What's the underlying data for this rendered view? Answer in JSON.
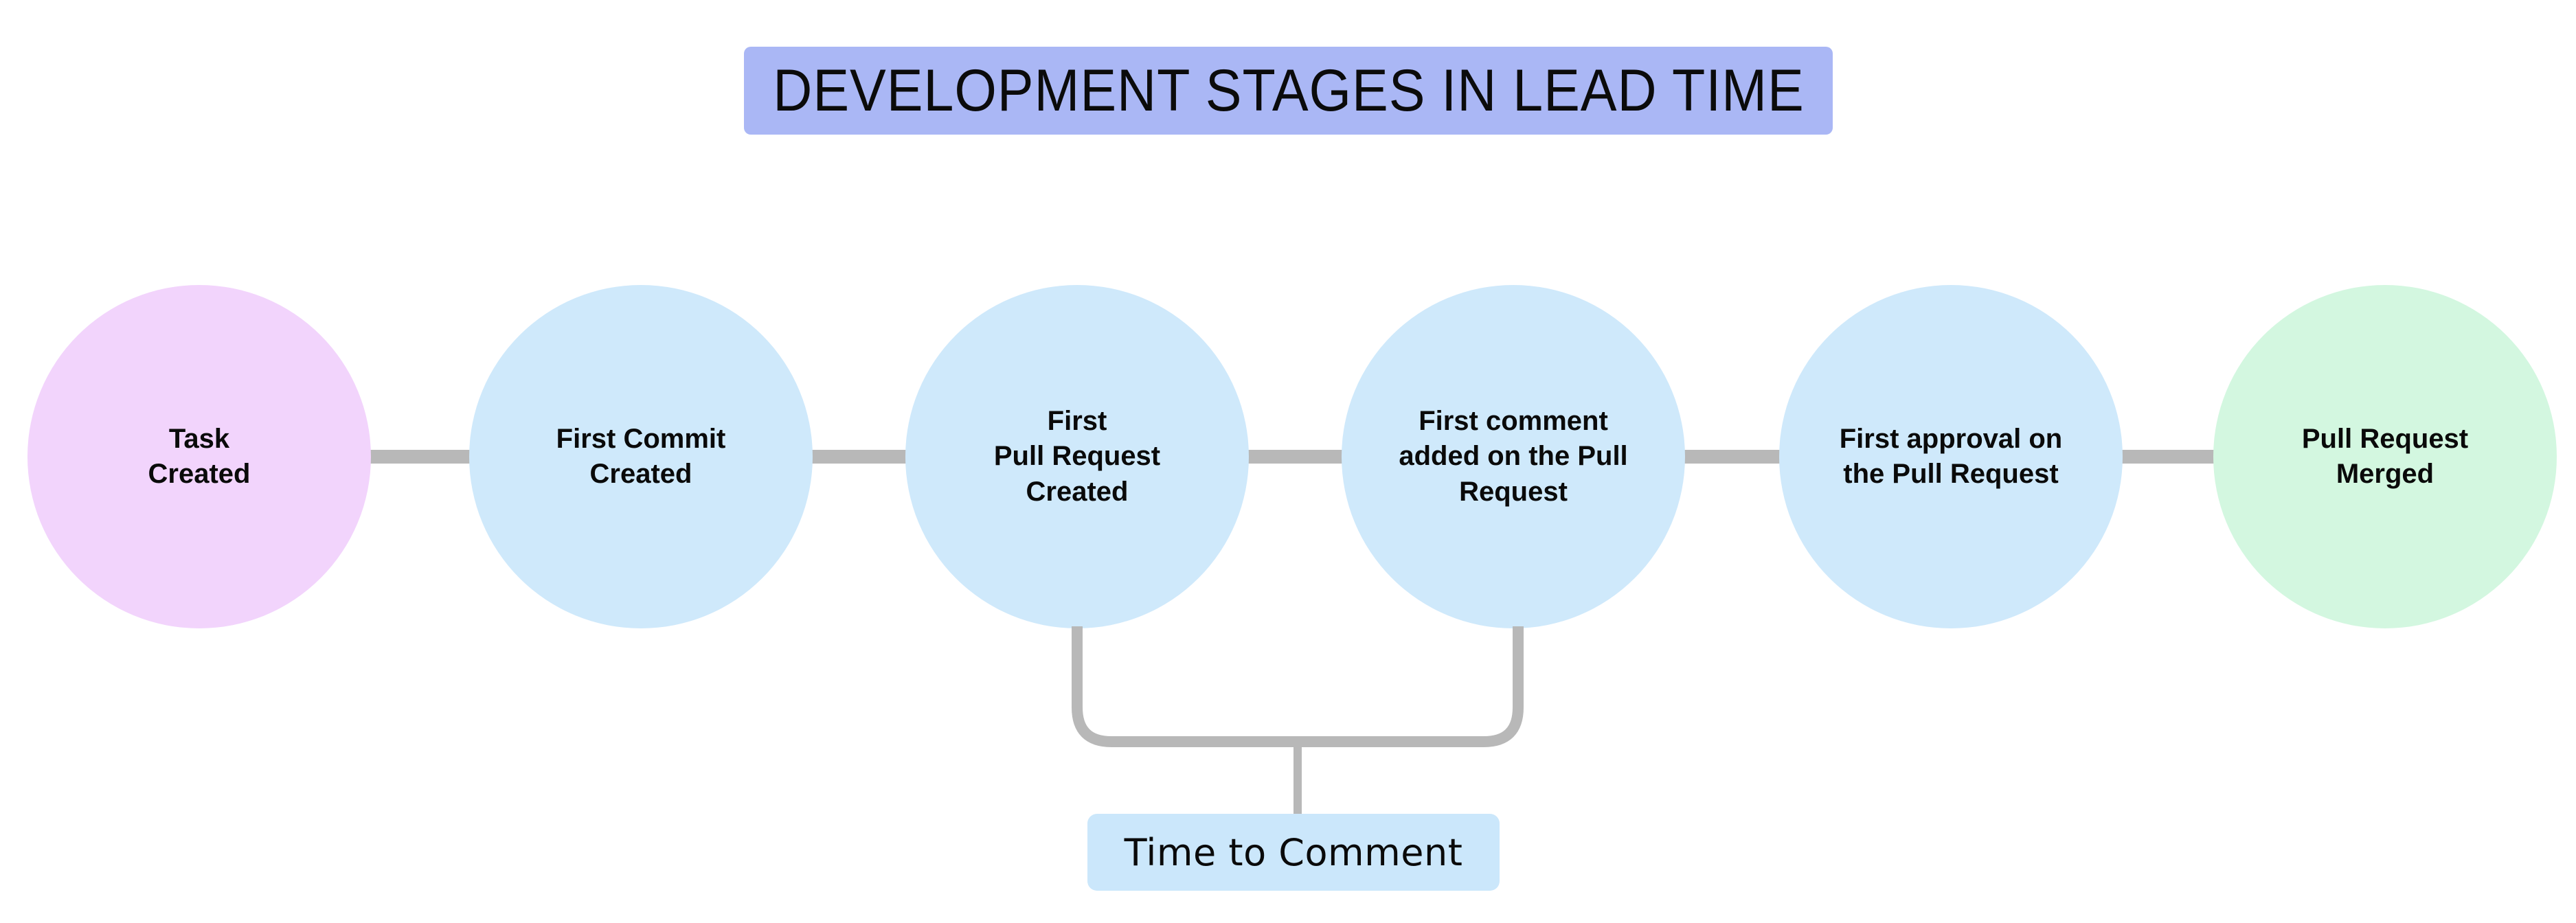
{
  "diagram": {
    "title": "DEVELOPMENT STAGES IN LEAD TIME",
    "title_bg_color": "#aab7f5",
    "background_color": "#ffffff",
    "connector_color": "#b8b8b8",
    "nodes": [
      {
        "id": "task-created",
        "label": "Task\nCreated",
        "color": "#f2d4fc"
      },
      {
        "id": "first-commit",
        "label": "First Commit\nCreated",
        "color": "#cfe9fb"
      },
      {
        "id": "first-pull-request",
        "label": "First\nPull Request\nCreated",
        "color": "#cfe9fb"
      },
      {
        "id": "first-comment",
        "label": "First comment\nadded on the Pull\nRequest",
        "color": "#cfe9fb"
      },
      {
        "id": "first-approval",
        "label": "First approval on\nthe Pull Request",
        "color": "#cfe9fb"
      },
      {
        "id": "pull-request-merged",
        "label": "Pull Request\nMerged",
        "color": "#d3f7e0"
      }
    ],
    "measure": {
      "label": "Time to Comment",
      "bg_color": "#cbe7fb",
      "from_node": "first-pull-request",
      "to_node": "first-comment"
    }
  }
}
